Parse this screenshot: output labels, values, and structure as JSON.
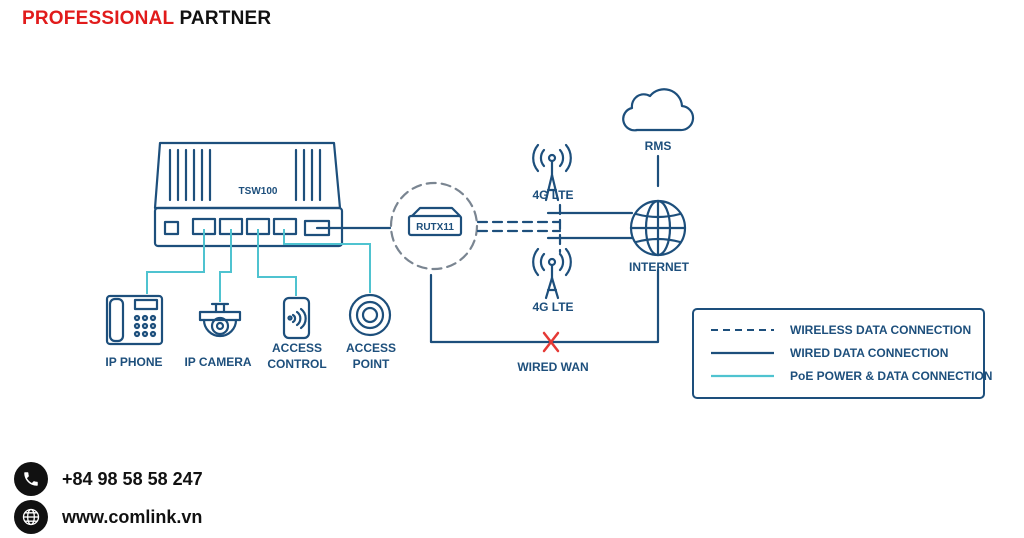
{
  "brand": {
    "part1": "PROFESSIONAL",
    "part2": "PARTNER",
    "colors": {
      "accent": "#e11b1b",
      "text": "#111111"
    }
  },
  "diagram": {
    "switch_label": "TSW100",
    "router_label": "RUTX11",
    "devices": [
      {
        "line1": "IP PHONE",
        "line2": ""
      },
      {
        "line1": "IP CAMERA",
        "line2": ""
      },
      {
        "line1": "ACCESS",
        "line2": "CONTROL"
      },
      {
        "line1": "ACCESS",
        "line2": "POINT"
      }
    ],
    "tower_top_label": "4G LTE",
    "tower_bottom_label": "4G LTE",
    "cloud_label": "RMS",
    "globe_label": "INTERNET",
    "wan_label": "WIRED WAN",
    "colors": {
      "line_dark": "#1d4f7c",
      "line_poe": "#4fc3d0",
      "cross": "#e53935"
    }
  },
  "legend": [
    {
      "label": "WIRELESS DATA CONNECTION",
      "style": "dashed"
    },
    {
      "label": "WIRED DATA CONNECTION",
      "style": "solid"
    },
    {
      "label": "PoE POWER & DATA CONNECTION",
      "style": "poe"
    }
  ],
  "contact": {
    "phone": "+84 98 58 58 247",
    "website": "www.comlink.vn",
    "phone_icon": "phone-icon",
    "web_icon": "globe-icon"
  }
}
